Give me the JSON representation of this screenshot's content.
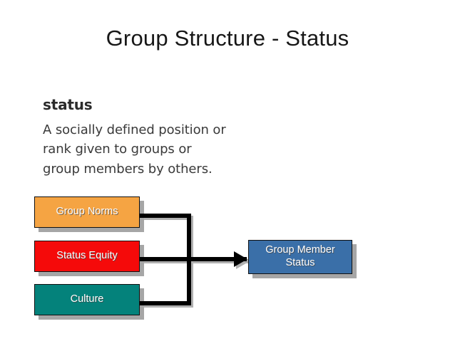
{
  "slide": {
    "title": "Group Structure - Status",
    "background_color": "#ffffff"
  },
  "definition": {
    "term": "status",
    "lines": [
      "A socially defined position or",
      "rank given to groups or",
      "group members by others."
    ]
  },
  "diagram": {
    "inputs": [
      {
        "label": "Group Norms",
        "fill": "#F5A443",
        "text_color": "#ffffff"
      },
      {
        "label": "Status Equity",
        "fill": "#F50A0A",
        "text_color": "#ffffff"
      },
      {
        "label": "Culture",
        "fill": "#04827B",
        "text_color": "#ffffff"
      }
    ],
    "output": {
      "label_line1": "Group Member",
      "label_line2": "Status",
      "fill": "#3A6FA8",
      "text_color": "#ffffff"
    },
    "connector_color": "#000000",
    "shadow_color": "#a6a6a6"
  }
}
